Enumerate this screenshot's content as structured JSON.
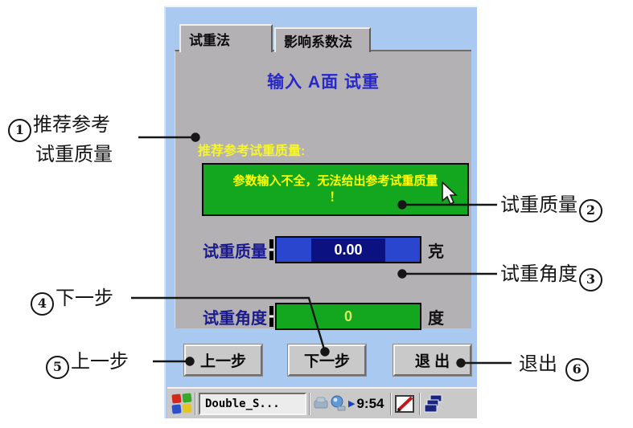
{
  "window": {
    "tabs": [
      {
        "label": "试重法"
      },
      {
        "label": "影响系数法"
      }
    ],
    "title": "输入 A面 试重",
    "reference_label": "推荐参考试重质量:",
    "reference_message": {
      "line1": "参数输入不全，无法给出参考试重质量",
      "line2": "！"
    },
    "fields": {
      "mass": {
        "label": "试重质量",
        "value": "0.00",
        "unit": "克"
      },
      "angle": {
        "label": "试重角度",
        "value": "0",
        "unit": "度"
      }
    },
    "buttons": {
      "prev": "上一步",
      "next": "下一步",
      "exit": "退 出"
    }
  },
  "taskbar": {
    "task_button": "Double_S...",
    "tray_arrow": "▶",
    "time": "9:54",
    "icons": {
      "start": "windows-logo",
      "tray1": "network-device-icon",
      "tray2": "connection-ball-icon",
      "input": "input-panel-pen-icon",
      "windows": "cascade-windows-icon"
    }
  },
  "annotations": {
    "a1": {
      "num": "1",
      "line1": "推荐参考",
      "line2": "试重质量"
    },
    "a2": {
      "num": "2",
      "label": "试重质量"
    },
    "a3": {
      "num": "3",
      "label": "试重角度"
    },
    "a4": {
      "num": "4",
      "label": "下一步"
    },
    "a5": {
      "num": "5",
      "label": "上一步"
    },
    "a6": {
      "num": "6",
      "label": "退出"
    }
  },
  "colors": {
    "screen_blue": "#a9c9f1",
    "panel_gray": "#b3b1b3",
    "message_green": "#12a71f",
    "message_yellow": "#ffff00",
    "field_blue": "#2a46cf",
    "field_blue_inner": "#0b1180",
    "title_blue": "#2727cc",
    "label_navy": "#1a1a8c"
  }
}
